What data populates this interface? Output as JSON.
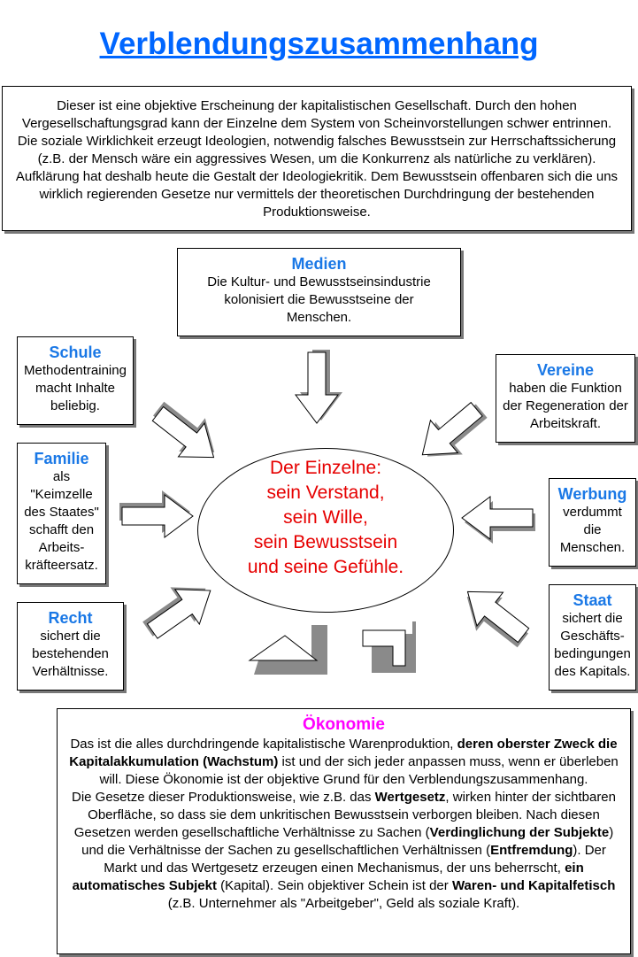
{
  "title": "Verblendungszusammenhang",
  "intro": "Dieser ist eine objektive Erscheinung der kapitalistischen Gesellschaft. Durch den hohen Vergesellschaftungsgrad kann der Einzelne dem System von Scheinvorstellungen schwer entrinnen. Die soziale Wirklichkeit erzeugt Ideologien, notwendig falsches Bewusstsein zur Herrschaftssicherung (z.B. der Mensch wäre ein aggressives Wesen, um die Konkurrenz als natürliche zu verklären). Aufklärung hat deshalb heute die Gestalt der Ideologiekritik. Dem Bewusstsein offenbaren sich die uns wirklich regierenden Gesetze nur vermittels der theoretischen Durchdringung der bestehenden Produktionsweise.",
  "center": {
    "line1": "Der Einzelne:",
    "line2": "sein Verstand,",
    "line3": "sein Wille,",
    "line4": "sein Bewusstsein",
    "line5": "und seine Gefühle."
  },
  "boxes": {
    "medien": {
      "heading": "Medien",
      "text": "Die Kultur- und Bewusstseinsindustrie kolonisiert die Bewusstseine der Menschen."
    },
    "schule": {
      "heading": "Schule",
      "text": "Methodentraining macht Inhalte beliebig."
    },
    "vereine": {
      "heading": "Vereine",
      "text": "haben die Funktion der Regeneration der Arbeitskraft."
    },
    "familie": {
      "heading": "Familie",
      "text": "als \"Keimzelle des Staates\" schafft den Arbeits-kräfteersatz."
    },
    "werbung": {
      "heading": "Werbung",
      "text": "verdummt die Menschen."
    },
    "recht": {
      "heading": "Recht",
      "text": "sichert die bestehenden Verhältnisse."
    },
    "staat": {
      "heading": "Staat",
      "text": "sichert die Geschäfts-bedingungen des Kapitals."
    }
  },
  "oekonomie": {
    "heading": "Ökonomie",
    "p1_a": "Das ist die alles durchdringende kapitalistische Warenproduktion, ",
    "p1_b": "deren oberster Zweck die Kapitalakkumulation (Wachstum)",
    "p1_c": " ist und der sich jeder anpassen muss, wenn er überleben will. Diese Ökonomie ist der objektive Grund für den Verblendungszusammenhang.",
    "p2_a": "Die Gesetze dieser Produktionsweise, wie z.B. das ",
    "p2_b": "Wertgesetz",
    "p2_c": ", wirken hinter der sichtbaren Oberfläche, so dass sie dem unkritischen Bewusstsein verborgen bleiben. Nach diesen Gesetzen werden gesellschaftliche Verhältnisse zu Sachen (",
    "p2_d": "Verdinglichung der Subjekte",
    "p2_e": ") und die Verhältnisse der Sachen zu gesellschaftlichen Verhältnissen (",
    "p2_f": "Entfremdung",
    "p2_g": "). Der Markt und das Wertgesetz erzeugen einen Mechanismus, der uns beherrscht, ",
    "p2_h": "ein automatisches Subjekt",
    "p2_i": " (Kapital). Sein objektiver Schein ist der ",
    "p2_j": "Waren- und Kapitalfetisch",
    "p2_k": " (z.B. Unternehmer als \"Arbeitgeber\", Geld als soziale Kraft)."
  },
  "colors": {
    "title": "#0066ff",
    "heading": "#1a78e6",
    "center": "#e60000",
    "oekonomie": "#ff00ff"
  }
}
